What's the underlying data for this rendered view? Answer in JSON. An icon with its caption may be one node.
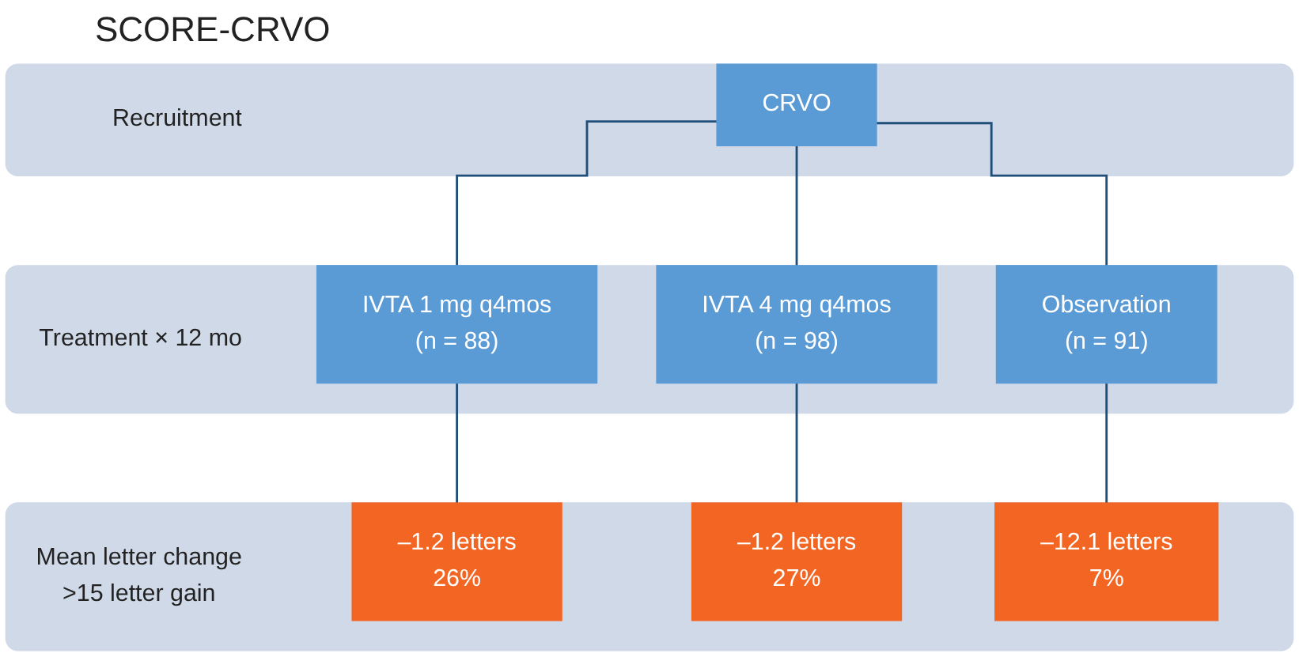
{
  "diagram": {
    "title": "SCORE-CRVO",
    "nodes": [
      {
        "text": [
          "Recruitment"
        ]
      },
      {
        "text": [
          "CRVO"
        ],
        "in": 0
      },
      {
        "text": [
          "Treatment × 12 mo"
        ]
      },
      {
        "text": [
          "IVTA 1 mg q4mos",
          "(n = 88)"
        ],
        "in": 2
      },
      {
        "text": [
          "IVTA 4 mg q4mos",
          "(n = 98)"
        ],
        "in": 2
      },
      {
        "text": [
          "Observation",
          "(n = 91)"
        ],
        "in": 2
      },
      {
        "text": [
          "Mean letter change",
          ">15 letter gain"
        ]
      },
      {
        "text": [
          "–1.2 letters",
          "26%"
        ],
        "in": 6
      },
      {
        "text": [
          "–1.2 letters",
          "27%"
        ],
        "in": 6
      },
      {
        "text": [
          "–12.1 letters",
          "7%"
        ],
        "in": 6
      }
    ],
    "edges": [
      {
        "from": 1,
        "to": 3,
        "arrow": "none"
      },
      {
        "from": 1,
        "to": 4,
        "arrow": "none"
      },
      {
        "from": 1,
        "to": 5,
        "arrow": "none"
      },
      {
        "from": 3,
        "to": 7,
        "arrow": "none"
      },
      {
        "from": 4,
        "to": 8,
        "arrow": "none"
      },
      {
        "from": 5,
        "to": 9,
        "arrow": "none"
      }
    ]
  }
}
